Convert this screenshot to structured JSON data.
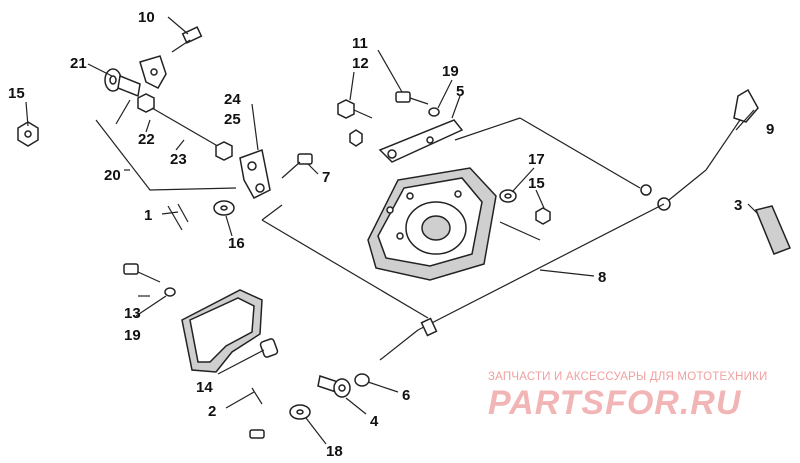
{
  "diagram": {
    "callouts": {
      "c1": "1",
      "c2": "2",
      "c3": "3",
      "c4": "4",
      "c5": "5",
      "c6": "6",
      "c7": "7",
      "c8": "8",
      "c9": "9",
      "c10": "10",
      "c11": "11",
      "c12": "12",
      "c13": "13",
      "c14": "14",
      "c15a": "15",
      "c15b": "15",
      "c16": "16",
      "c17": "17",
      "c18": "18",
      "c19a": "19",
      "c19b": "19",
      "c20": "20",
      "c21": "21",
      "c22": "22",
      "c23": "23",
      "c24": "24",
      "c25": "25"
    }
  },
  "watermark": {
    "tagline": "ЗАПЧАСТИ И АКСЕССУАРЫ ДЛЯ МОТОТЕХНИКИ",
    "logo": "PARTSFOR.RU"
  }
}
